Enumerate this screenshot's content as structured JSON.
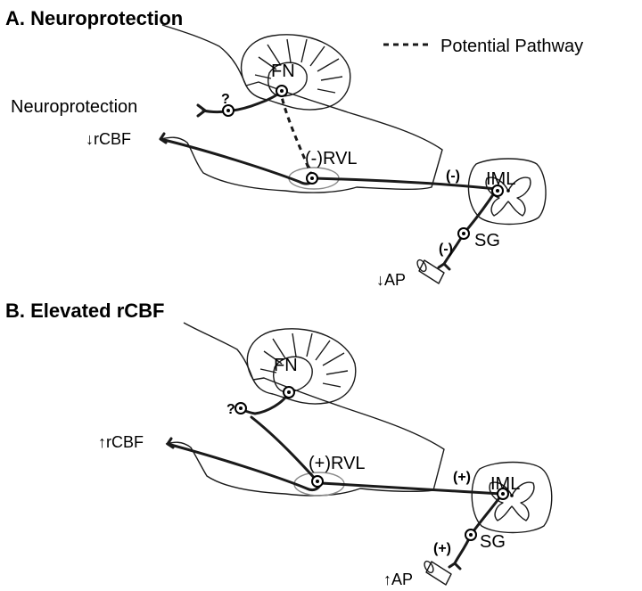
{
  "panels": [
    {
      "heading": "A.  Neuroprotection",
      "legend": "Potential Pathway",
      "fn_label": "FN",
      "input_label": "Neuroprotection",
      "question_mark": "?",
      "rcbf_label": "↓rCBF",
      "rvl_label": "(-)RVL",
      "iml_label": "IML",
      "iml_sign": "(-)",
      "sg_label": "SG",
      "sg_sign": "(-)",
      "ap_label": "↓AP"
    },
    {
      "heading": "B.  Elevated rCBF",
      "fn_label": "FN",
      "question_mark": "?",
      "rcbf_label": "↑rCBF",
      "rvl_label": "(+)RVL",
      "iml_label": "IML",
      "iml_sign": "(+)",
      "sg_label": "SG",
      "sg_sign": "(+)",
      "ap_label": "↑AP"
    }
  ]
}
